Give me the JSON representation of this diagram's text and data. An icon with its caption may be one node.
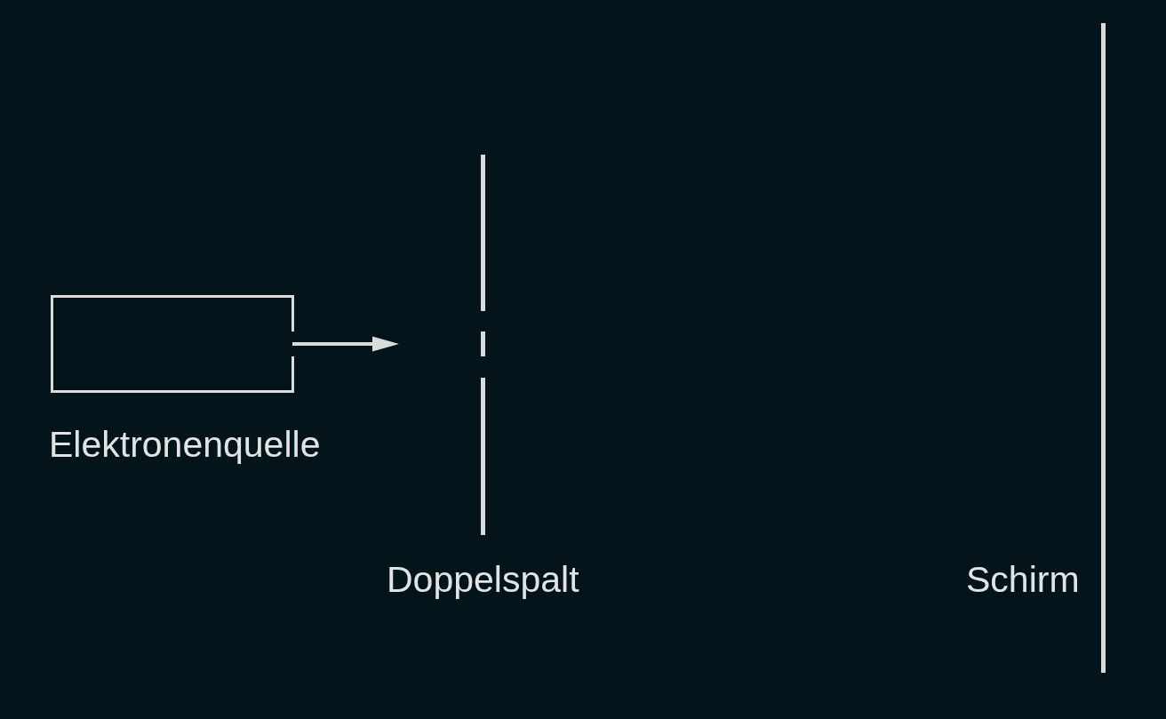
{
  "diagram": {
    "nodes": [
      {
        "text": [
          "Elektronenquelle"
        ]
      },
      {
        "text": [
          "Doppelspalt"
        ]
      },
      {
        "text": [
          "Schirm"
        ]
      }
    ],
    "edges": [
      {
        "from": 0,
        "to": 1,
        "arrow": "to"
      }
    ]
  }
}
